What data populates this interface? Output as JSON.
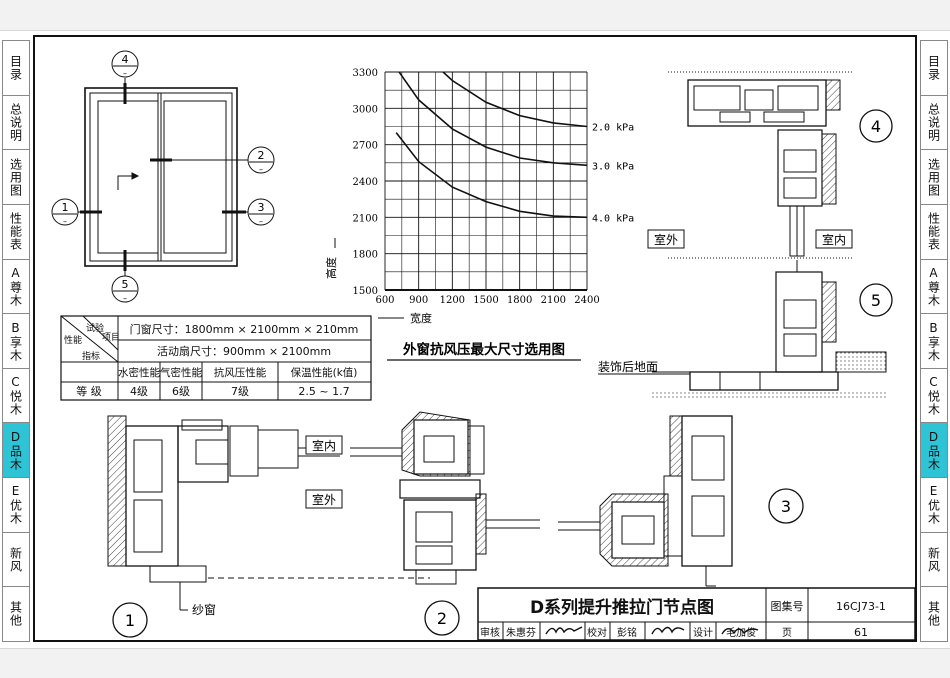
{
  "side_tabs": [
    {
      "label": "目录"
    },
    {
      "label": "总说明"
    },
    {
      "label": "选用图"
    },
    {
      "label": "性能表"
    },
    {
      "label": "A尊木"
    },
    {
      "label": "B享木"
    },
    {
      "label": "C悦木"
    },
    {
      "label": "D品木",
      "active": true
    },
    {
      "label": "E优木"
    },
    {
      "label": "新风"
    },
    {
      "label": "其他"
    }
  ],
  "elevation": {
    "markers": [
      "4",
      "2",
      "1",
      "3",
      "5"
    ]
  },
  "perf_table": {
    "corner": {
      "a": "试验",
      "b": "项目",
      "c": "性能",
      "d": "指标"
    },
    "door_size": "门窗尺寸：1800mm × 2100mm × 210mm",
    "sash_size": "活动扇尺寸：900mm × 2100mm",
    "headers": [
      "水密性能",
      "气密性能",
      "抗风压性能",
      "保温性能(k值)"
    ],
    "grade_label": "等  级",
    "grades": [
      "4级",
      "6级",
      "7级",
      "2.5 ~ 1.7"
    ]
  },
  "chart_data": {
    "type": "line",
    "title": "外窗抗风压最大尺寸选用图",
    "xlabel": "宽度",
    "ylabel": "高度",
    "x_ticks": [
      600,
      900,
      1200,
      1500,
      1800,
      2100,
      2400
    ],
    "y_ticks": [
      1500,
      1800,
      2100,
      2400,
      2700,
      3000,
      3300
    ],
    "xlim": [
      600,
      2400
    ],
    "ylim": [
      1500,
      3300
    ],
    "grid": true,
    "series": [
      {
        "name": "2.0 kPa",
        "x": [
          1000,
          1200,
          1500,
          1800,
          2100,
          2400
        ],
        "y": [
          3400,
          3230,
          3050,
          2940,
          2880,
          2850
        ]
      },
      {
        "name": "3.0 kPa",
        "x": [
          650,
          900,
          1200,
          1500,
          1800,
          2100,
          2400
        ],
        "y": [
          3400,
          3070,
          2830,
          2680,
          2590,
          2550,
          2530
        ]
      },
      {
        "name": "4.0 kPa",
        "x": [
          700,
          900,
          1200,
          1500,
          1800,
          2100,
          2400
        ],
        "y": [
          2800,
          2560,
          2350,
          2230,
          2150,
          2110,
          2100
        ]
      }
    ]
  },
  "labels": {
    "indoor": "室内",
    "outdoor": "室外",
    "finished_floor": "装饰后地面",
    "screen": "纱窗"
  },
  "details": {
    "d1": "1",
    "d2": "2",
    "d3": "3",
    "d4": "4",
    "d5": "5"
  },
  "title_block": {
    "title": "D系列提升推拉门节点图",
    "atlas_label": "图集号",
    "atlas_no": "16CJ73-1",
    "review_label": "审核",
    "reviewer": "朱惠芬",
    "check_label": "校对",
    "checker": "彭铭",
    "design_label": "设计",
    "designer": "毛加俊",
    "page_label": "页",
    "page_no": "61"
  }
}
